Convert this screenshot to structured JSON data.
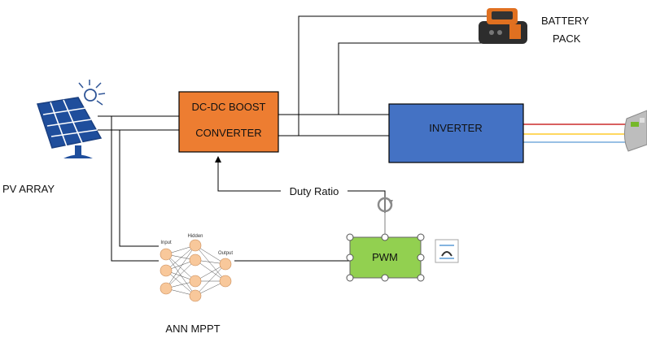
{
  "labels": {
    "pv_array": "PV ARRAY",
    "boost_line1": "DC-DC BOOST",
    "boost_line2": "CONVERTER",
    "inverter": "INVERTER",
    "battery_line1": "BATTERY",
    "battery_line2": "PACK",
    "duty_ratio": "Duty Ratio",
    "pwm": "PWM",
    "ann_mppt": "ANN MPPT",
    "nn_input": "Input",
    "nn_hidden": "Hidden",
    "nn_output": "Output"
  },
  "colors": {
    "boost_fill": "#ed7d31",
    "inverter_fill": "#4472c4",
    "pwm_fill": "#92d050",
    "neuron_fill": "#f8c89b",
    "wire": "#000000",
    "output_red": "#c00000",
    "output_yellow": "#ffc000",
    "output_blue": "#5b9bd5"
  },
  "icons": [
    "solar-panel-icon",
    "battery-pack-icon",
    "neural-network-icon",
    "rotate-handle-icon",
    "layout-options-icon",
    "load-device-icon"
  ]
}
